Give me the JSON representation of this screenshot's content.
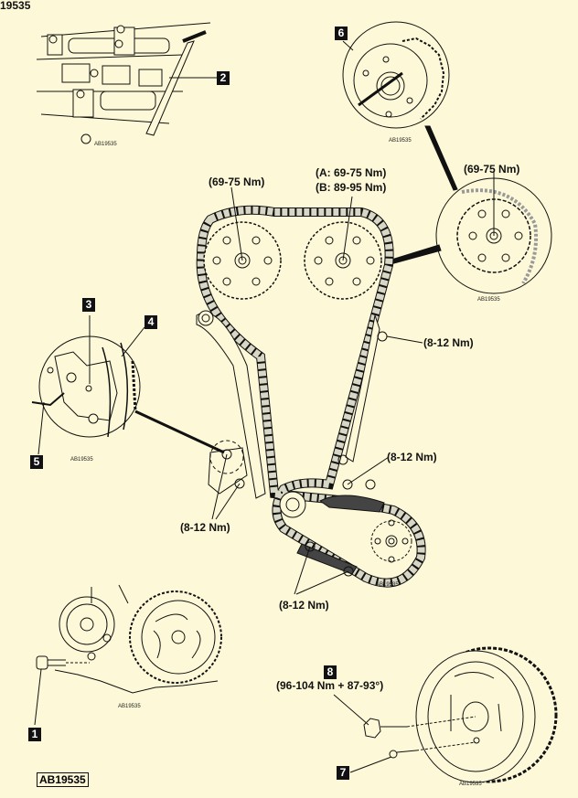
{
  "header": {
    "ref_id_cropped": "19535"
  },
  "colors": {
    "background": "#fdf9d8",
    "ink": "#111111",
    "chain_fill": "#d8d6c4",
    "callout_bg": "#111111",
    "callout_text": "#ffffff"
  },
  "callouts": [
    "1",
    "2",
    "3",
    "4",
    "5",
    "6",
    "7",
    "8"
  ],
  "torque_specs": {
    "cam_left": "(69-75 Nm)",
    "cam_right_a": "(A: 69-75 Nm)",
    "cam_right_b": "(B: 89-95 Nm)",
    "detail_sprocket": "(69-75 Nm)",
    "guide_upper": "(8-12 Nm)",
    "guide_middle": "(8-12 Nm)",
    "tensioner": "(8-12 Nm)",
    "lower_guide": "(8-12 Nm)",
    "crank_bolt": "(96-104 Nm + 87-93°)"
  },
  "figure_ids": {
    "top_left": "AB19535",
    "vvt_detail": "AB19535",
    "sprocket_detail": "AB19535",
    "tensioner_detail": "AB19535",
    "timing_chain": "AB19535",
    "crank_lock": "AB19535",
    "pulley": "AB19535"
  },
  "reference_box": "AB19535"
}
